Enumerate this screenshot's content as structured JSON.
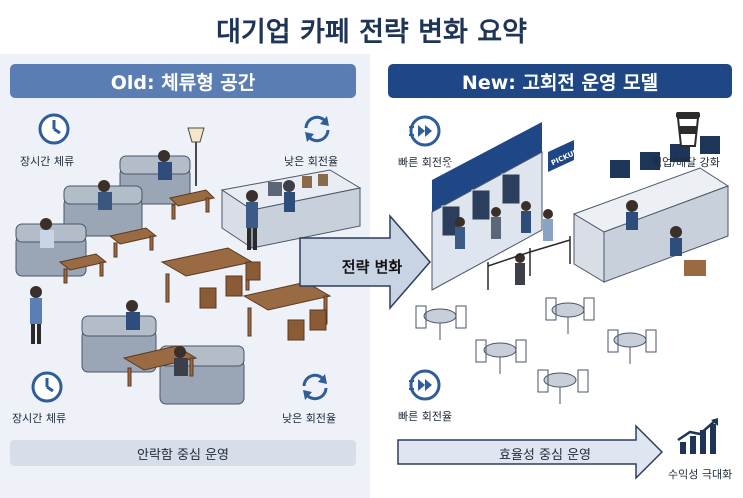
{
  "title": "대기업 카페 전략 변화 요약",
  "left": {
    "header": "Old: 체류형 공간",
    "labels": {
      "long_stay_top": "장시간 체류",
      "low_turnover_top": "낮은 회전율",
      "long_stay_bottom": "장시간 체류",
      "low_turnover_bottom": "낮은 회전율"
    },
    "footer": "안락함 중심 운영"
  },
  "transition": "전략 변화",
  "right": {
    "header": "New: 고회전 운영 모델",
    "labels": {
      "fast_turnover_top": "빠른 회전율",
      "pickup_delivery": "픽업/배달 강화",
      "fast_turnover_bottom": "빠른 회전율",
      "profit_max": "수익성 극대화"
    },
    "pickup_zone_sign": "PICKUP ZONE",
    "pickup_sign": "PICKUP",
    "footer": "효율성 중심 운영"
  },
  "colors": {
    "title": "#1f3556",
    "left_header": "#5a7db3",
    "right_header": "#1f4786",
    "left_bg": "#eef2f8",
    "icon_blue": "#2f5d9a"
  }
}
